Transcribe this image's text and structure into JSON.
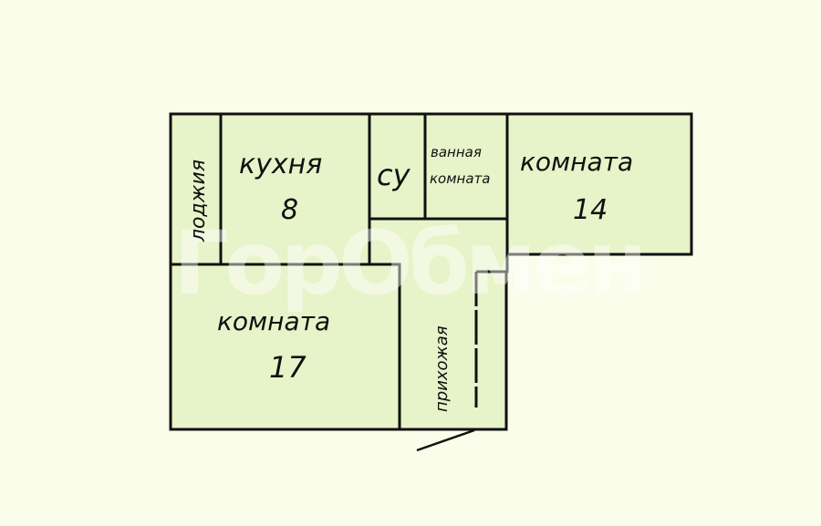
{
  "rooms": {
    "loggia": {
      "name": "лоджия"
    },
    "kitchen": {
      "name": "кухня",
      "area": "8"
    },
    "toilet": {
      "name": "су"
    },
    "bathroom": {
      "name_line1": "ванная",
      "name_line2": "комната"
    },
    "room_right": {
      "name": "комната",
      "area": "14"
    },
    "room_left": {
      "name": "комната",
      "area": "17"
    },
    "hallway": {
      "name": "прихожая"
    }
  },
  "watermark": "ГорОбмен",
  "colors": {
    "background": "#fafde9",
    "room_fill": "#e7f3c8",
    "walls": "#111111"
  }
}
